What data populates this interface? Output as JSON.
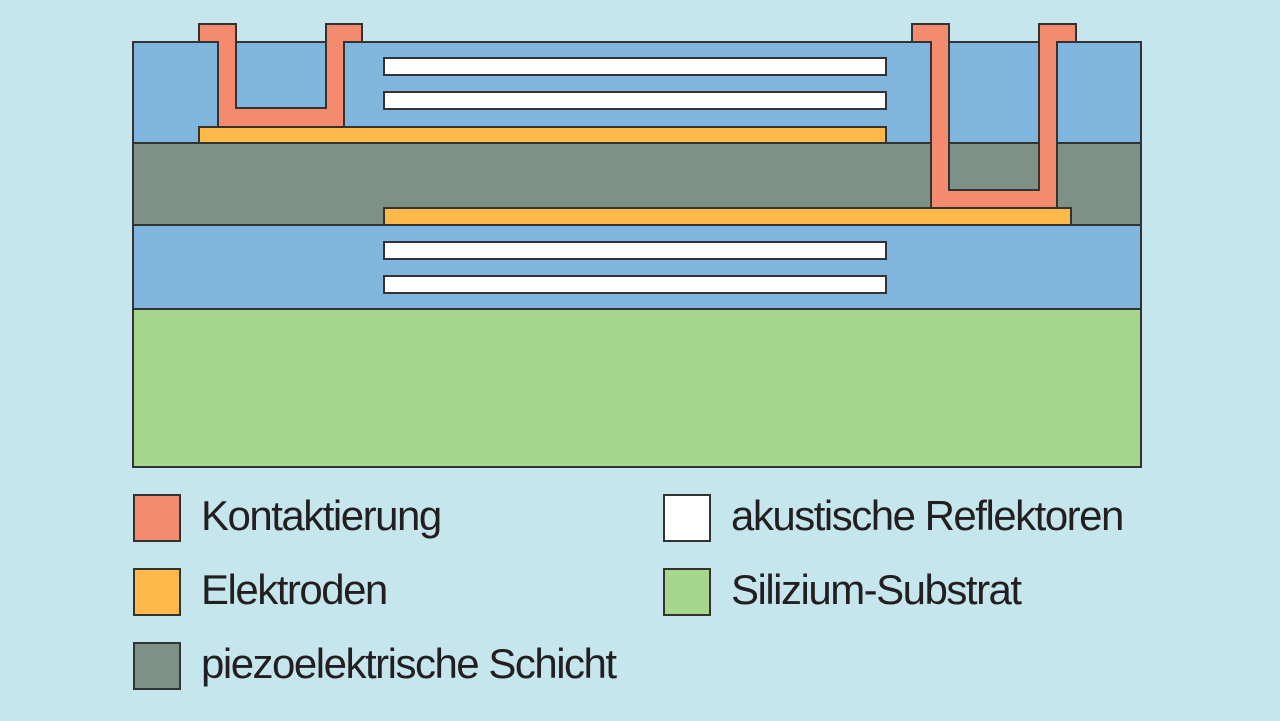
{
  "colors": {
    "background": "#c5e6ec",
    "outline": "#333333",
    "contact": "#f58b6e",
    "electrode": "#fdb94a",
    "piezo": "#7d9186",
    "reflector": "#ffffff",
    "substrate": "#a5d68c",
    "dielectric": "#80b6de"
  },
  "legend": [
    {
      "label": "Kontaktierung",
      "color_key": "contact"
    },
    {
      "label": "Elektroden",
      "color_key": "electrode"
    },
    {
      "label": "piezoelektrische Schicht",
      "color_key": "piezo"
    },
    {
      "label": "akustische Reflektoren",
      "color_key": "reflector"
    },
    {
      "label": "Silizium-Substrat",
      "color_key": "substrate"
    }
  ]
}
